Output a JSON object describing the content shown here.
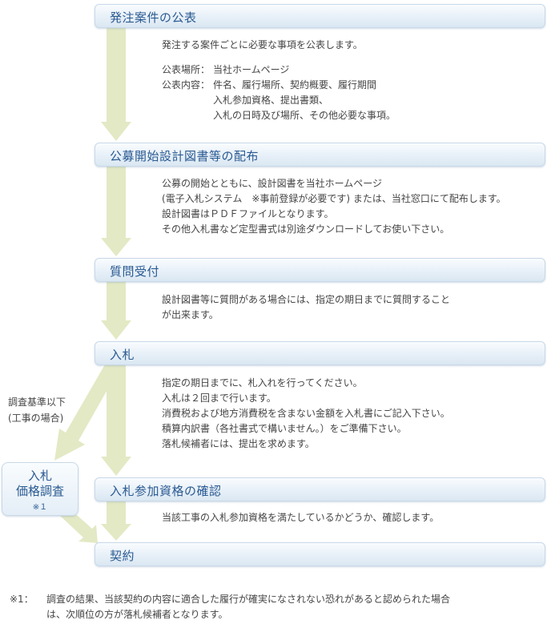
{
  "steps": [
    {
      "title": "発注案件の公表"
    },
    {
      "title": "公募開始設計図書等の配布"
    },
    {
      "title": "質問受付"
    },
    {
      "title": "入札"
    },
    {
      "title": "入札参加資格の確認"
    },
    {
      "title": "契約"
    }
  ],
  "step1": {
    "intro": "発注する案件ごとに必要な事項を公表します。",
    "place_label": "公表場所：",
    "place_value": "当社ホームページ",
    "content_label": "公表内容：",
    "content_lines": [
      "件名、履行場所、契約概要、履行期間",
      "入札参加資格、提出書類、",
      "入札の日時及び場所、その他必要な事項。"
    ]
  },
  "step2": {
    "lines": [
      "公募の開始とともに、設計図書を当社ホームページ",
      "(電子入札システム　※事前登録が必要です) または、当社窓口にて配布します。",
      "設計図書はＰＤＦファイルとなります。",
      "その他入札書など定型書式は別途ダウンロードしてお使い下さい。"
    ]
  },
  "step3": {
    "lines": [
      "設計図書等に質問がある場合には、指定の期日までに質問すること",
      "が出来ます。"
    ]
  },
  "step4": {
    "lines": [
      "指定の期日までに、札入れを行ってください。",
      "入札は２回まで行います。",
      "消費税および地方消費税を含まない金額を入札書にご記入下さい。",
      "積算内訳書（各社書式で構いません。）をご準備下さい。",
      "落札候補者には、提出を求めます。"
    ]
  },
  "step5": {
    "lines": [
      "当該工事の入札参加資格を満たしているかどうか、確認します。"
    ]
  },
  "side_branch": {
    "condition_lines": [
      "調査基準以下",
      "(工事の場合)"
    ],
    "box_line1": "入札",
    "box_line2": "価格調査",
    "box_note": "※１"
  },
  "footnote": {
    "mark": "※1：",
    "line1": "調査の結果、当該契約の内容に適合した履行が確実になされない恐れがあると認められた場合",
    "line2": "は、次順位の方が落札候補者となります。"
  },
  "colors": {
    "arrow": "#e3e9c4",
    "bar_text": "#2a5a92",
    "bar_border": "#c9d9e8"
  }
}
